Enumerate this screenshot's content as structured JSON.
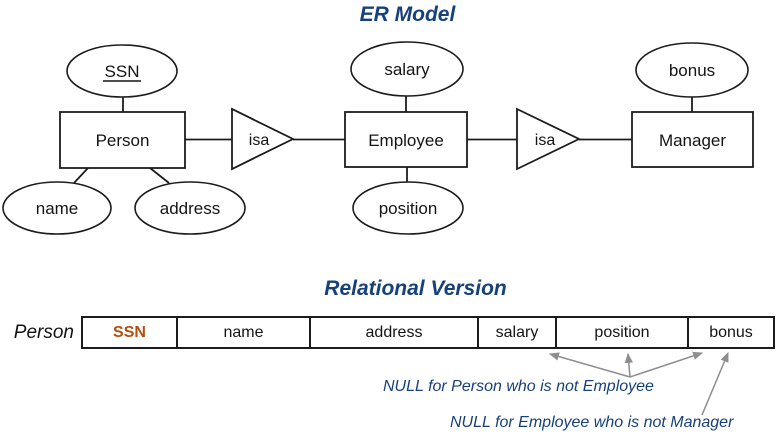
{
  "colors": {
    "title_blue": "#17417a",
    "key_orange": "#b34f0c",
    "arrow_gray": "#8e8e8e",
    "shape_stroke": "#1c1c1c"
  },
  "er_model": {
    "title": "ER Model",
    "entities": {
      "person": "Person",
      "employee": "Employee",
      "manager": "Manager"
    },
    "attributes": {
      "ssn": "SSN",
      "name": "name",
      "address": "address",
      "salary": "salary",
      "position": "position",
      "bonus": "bonus"
    },
    "isa_left": "isa",
    "isa_right": "isa"
  },
  "relational": {
    "title": "Relational Version",
    "relation_name": "Person",
    "columns": [
      "SSN",
      "name",
      "address",
      "salary",
      "position",
      "bonus"
    ],
    "annotations": {
      "employee_null": "NULL for Person who is not Employee",
      "manager_null": "NULL for Employee who is not Manager"
    }
  }
}
